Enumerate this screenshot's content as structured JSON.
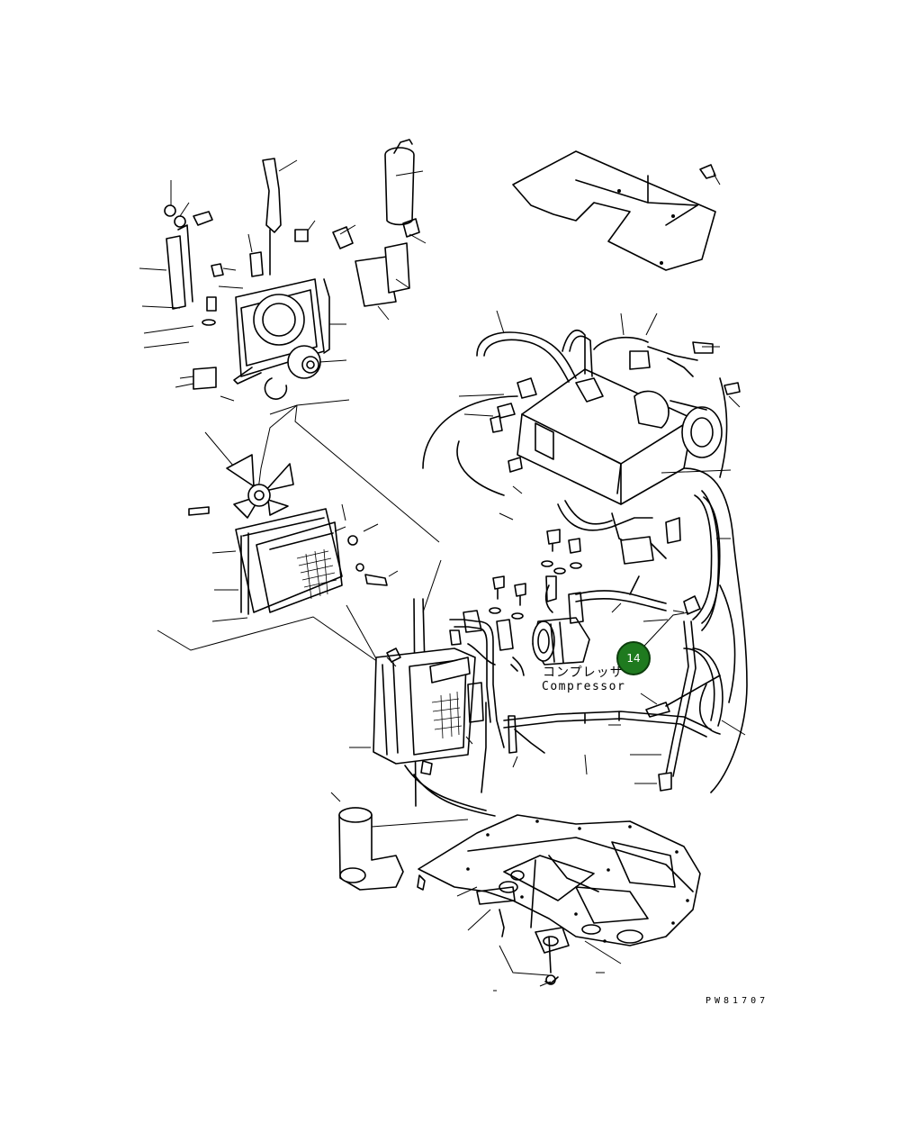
{
  "diagram": {
    "callout_number": "14",
    "label_japanese": "コンプレッサ",
    "label_english": "Compressor",
    "figure_code": "PW81707",
    "callout_color": "#1f7a1f"
  }
}
